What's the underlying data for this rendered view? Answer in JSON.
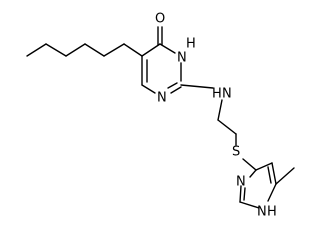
{
  "molecule": {
    "atoms": {
      "oxygen": "O",
      "ring_nh": "H",
      "ring_nh_n": "N",
      "ring_n": "N",
      "amine_h": "H",
      "amine_n": "N",
      "sulfur": "S",
      "imidazole_n": "N",
      "imidazole_nh_n": "N",
      "imidazole_nh_h": "H"
    }
  }
}
